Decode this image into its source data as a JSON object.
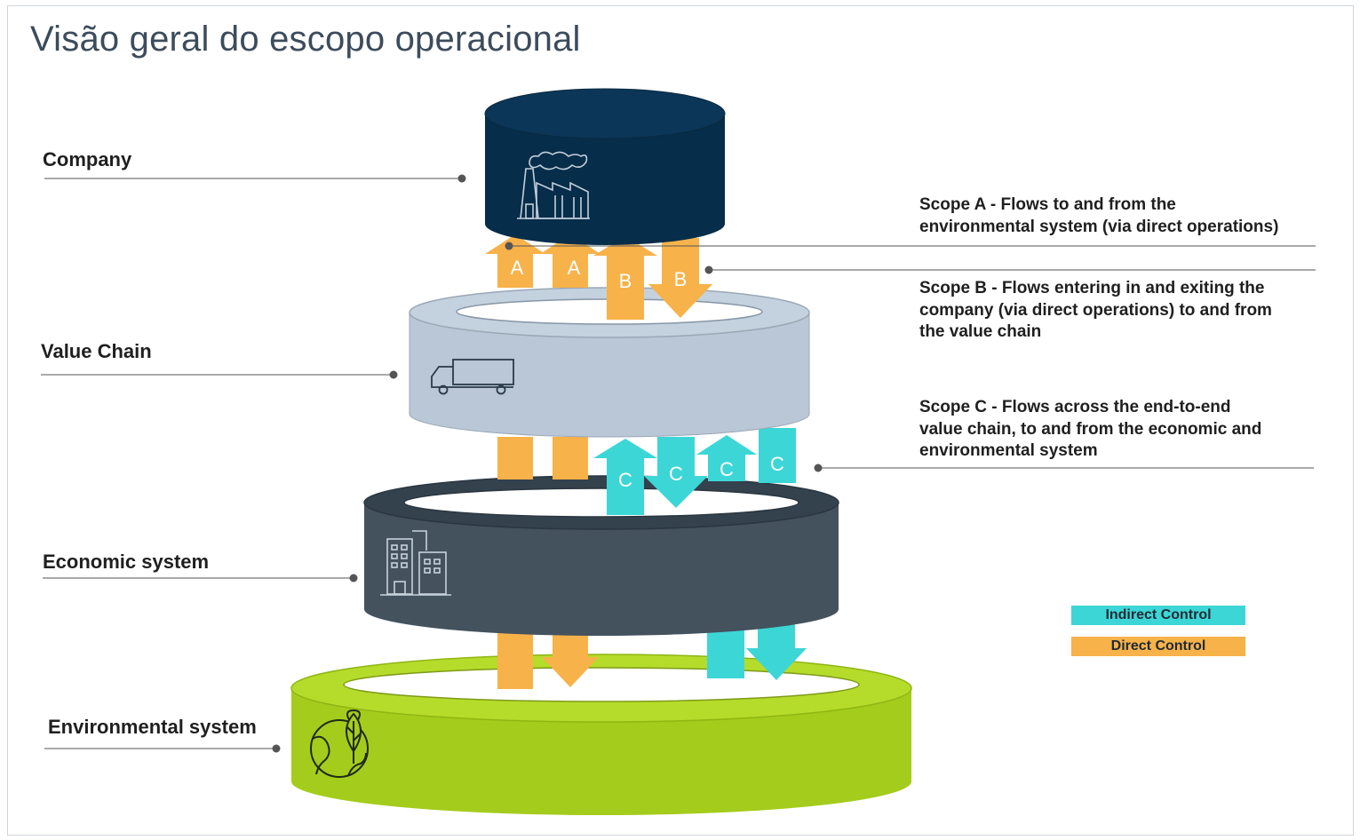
{
  "title": "Visão geral do escopo operacional",
  "levels": {
    "company": "Company",
    "value_chain": "Value Chain",
    "economic": "Economic system",
    "environmental": "Environmental system"
  },
  "scopes": {
    "a": [
      "Scope A - Flows to and from the",
      "environmental system (via direct operations)"
    ],
    "b": [
      "Scope B - Flows entering in and exiting the",
      "company (via direct operations) to and from",
      "the value chain"
    ],
    "c": [
      "Scope C - Flows across the end-to-end",
      "value chain, to and from the economic and",
      "environmental system"
    ]
  },
  "arrow_letters": {
    "a": "A",
    "b": "B",
    "c": "C"
  },
  "legend": {
    "indirect": {
      "label": "Indirect Control",
      "color": "#3dd6d6"
    },
    "direct": {
      "label": "Direct Control",
      "color": "#f7b24a"
    }
  },
  "colors": {
    "company": "#062d4a",
    "value_chain": "#b8c6d5",
    "economic": "#3f4f5c",
    "environmental": "#a8d11d",
    "orange": "#f7b24a",
    "teal": "#3dd6d6"
  },
  "icons": {
    "company": "factory-icon",
    "value_chain": "truck-icon",
    "economic": "buildings-icon",
    "environmental": "globe-leaf-icon"
  }
}
